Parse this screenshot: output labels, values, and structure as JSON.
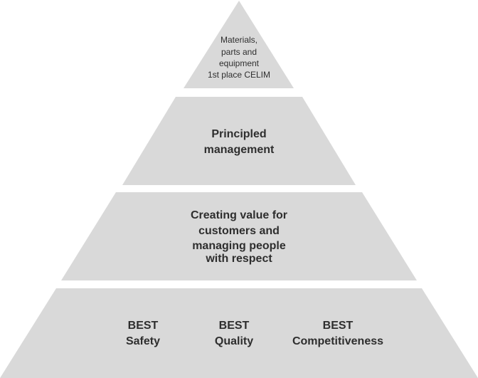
{
  "pyramid": {
    "tier1": {
      "line1": "Materials,",
      "line2": "parts and",
      "line3": "equipment",
      "line4": "1st place CELIM"
    },
    "tier2": {
      "line1": "Principled",
      "line2": "management"
    },
    "tier3": {
      "line1": "Creating value for",
      "line2": "customers and",
      "line3": "managing people",
      "line4": "with respect"
    },
    "tier4": {
      "safety": {
        "line1": "BEST",
        "line2": "Safety"
      },
      "quality": {
        "line1": "BEST",
        "line2": "Quality"
      },
      "competitiveness": {
        "line1": "BEST",
        "line2": "Competitiveness"
      }
    }
  },
  "colors": {
    "tier_fill": "#d9d9d9",
    "text": "#2e2e2e",
    "background": "#ffffff"
  }
}
